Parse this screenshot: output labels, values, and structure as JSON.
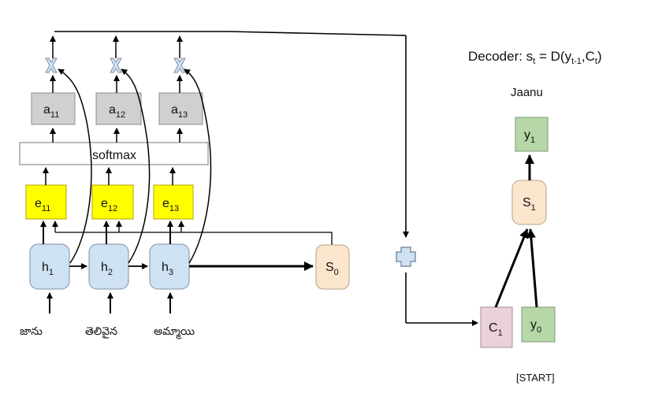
{
  "title": {
    "prefix": "Decoder: s",
    "prefix_sub": "t",
    "mid": " = D(y",
    "mid_sub": "t-1",
    "comma": ",C",
    "comma_sub": "t",
    "suffix": ")"
  },
  "output_word": "Jaanu",
  "start_label": "[START]",
  "softmax_label": "softmax",
  "attention_weights": [
    {
      "main": "a",
      "sub": "11"
    },
    {
      "main": "a",
      "sub": "12"
    },
    {
      "main": "a",
      "sub": "13"
    }
  ],
  "energies": [
    {
      "main": "e",
      "sub": "11"
    },
    {
      "main": "e",
      "sub": "12"
    },
    {
      "main": "e",
      "sub": "13"
    }
  ],
  "encoder_states": [
    {
      "main": "h",
      "sub": "1"
    },
    {
      "main": "h",
      "sub": "2"
    },
    {
      "main": "h",
      "sub": "3"
    }
  ],
  "input_words": [
    "జాను",
    "తెలివైన",
    "అమ్మాయి"
  ],
  "initial_decoder_state": {
    "main": "S",
    "sub": "0"
  },
  "decoder_state": {
    "main": "S",
    "sub": "1"
  },
  "decoder_output": {
    "main": "y",
    "sub": "1"
  },
  "context": {
    "main": "C",
    "sub": "1"
  },
  "previous_output": {
    "main": "y",
    "sub": "0"
  },
  "multiply_symbol": "X",
  "colors": {
    "attention_fill": "#d0d0d0",
    "attention_stroke": "#8c8c8c",
    "energy_fill": "#ffff00",
    "energy_stroke": "#b3a300",
    "encoder_fill": "#cfe2f3",
    "encoder_stroke": "#7f8fa6",
    "s0_fill": "#fce5cd",
    "s0_stroke": "#b4a28c",
    "s1_fill": "#fce5cd",
    "output_fill": "#b6d7a8",
    "output_stroke": "#7f9a78",
    "context_fill": "#ead1dc",
    "context_stroke": "#a18e98",
    "plus_fill": "#cfe2f3",
    "plus_stroke": "#7f8fa6",
    "times_fill": "#cfe2f3",
    "times_stroke": "#7f8fa6"
  }
}
